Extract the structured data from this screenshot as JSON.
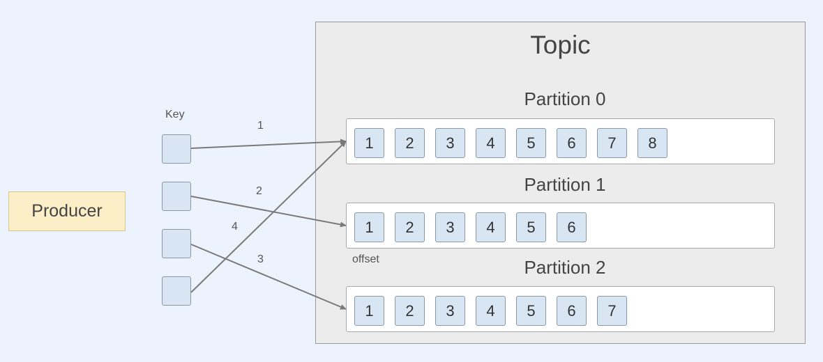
{
  "producer": {
    "label": "Producer"
  },
  "keys": {
    "header": "Key",
    "arrow_labels": [
      "1",
      "2",
      "4",
      "3"
    ]
  },
  "topic": {
    "title": "Topic",
    "partitions": [
      {
        "title": "Partition 0",
        "offsets": [
          "1",
          "2",
          "3",
          "4",
          "5",
          "6",
          "7",
          "8"
        ]
      },
      {
        "title": "Partition 1",
        "offsets": [
          "1",
          "2",
          "3",
          "4",
          "5",
          "6"
        ]
      },
      {
        "title": "Partition 2",
        "offsets": [
          "1",
          "2",
          "3",
          "4",
          "5",
          "6",
          "7"
        ]
      }
    ],
    "offset_label": "offset"
  },
  "colors": {
    "background": "#edf3fc",
    "producer_fill": "#fcefc8",
    "cell_fill": "#d8e6f4",
    "topic_fill": "#ececec",
    "arrow": "#7a7a7a"
  }
}
